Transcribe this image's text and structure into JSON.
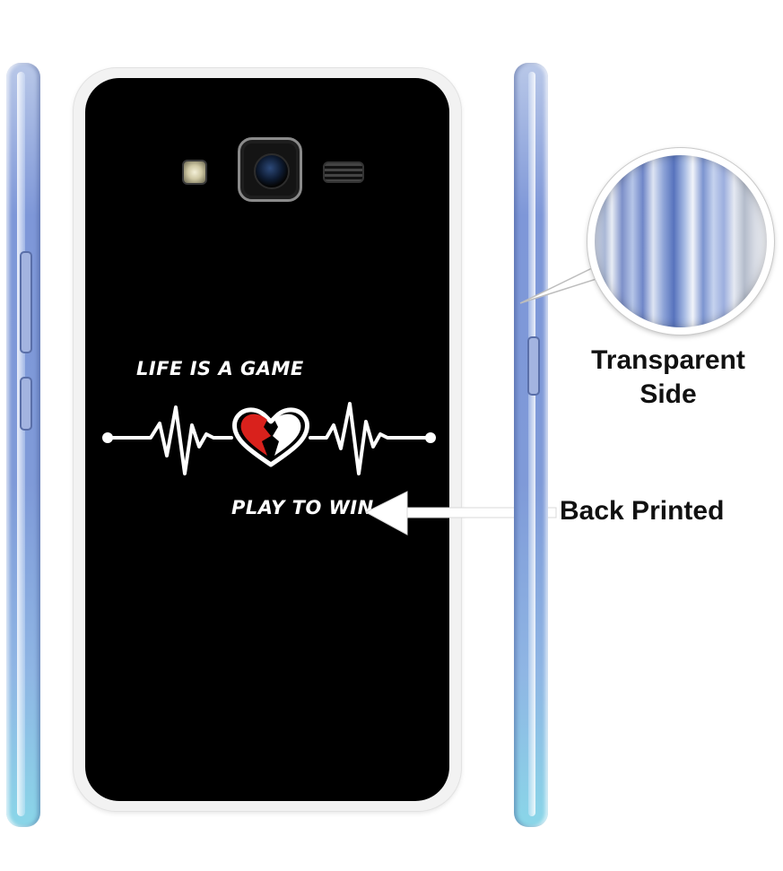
{
  "phone_print": {
    "line1": "LIFE IS A GAME",
    "line2": "PLAY TO WIN"
  },
  "callouts": {
    "side_label_line1": "Transparent",
    "side_label_line2": "Side",
    "back_label": "Back Printed"
  },
  "colors": {
    "case_back": "#000000",
    "print_text": "#ffffff",
    "heart_red": "#d9211c",
    "side_tint": "#7f9ad8"
  },
  "icons": [
    "camera-lens-icon",
    "flash-icon",
    "speaker-grille-icon",
    "broken-heart-icon",
    "heartbeat-line-icon",
    "arrow-left-icon"
  ]
}
